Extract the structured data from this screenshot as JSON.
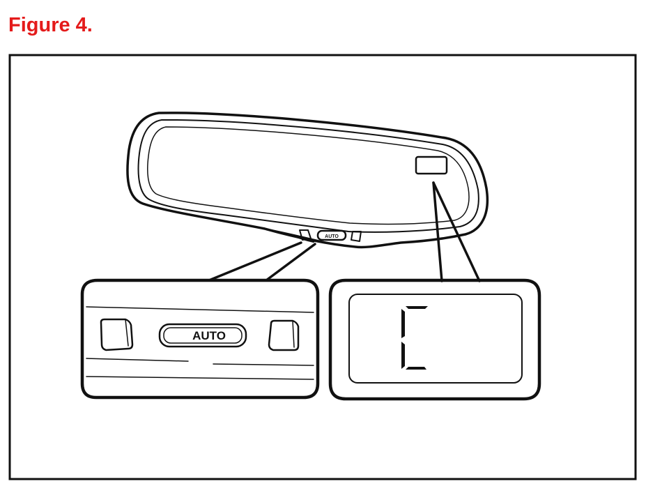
{
  "figure_title": "Figure 4.",
  "mirror": {
    "button_label_small": "AUTO"
  },
  "callout_buttons": {
    "auto_label": "AUTO"
  },
  "callout_display": {
    "digit": "C"
  },
  "colors": {
    "title": "#e41b1b",
    "ink": "#111111",
    "background": "#ffffff"
  }
}
